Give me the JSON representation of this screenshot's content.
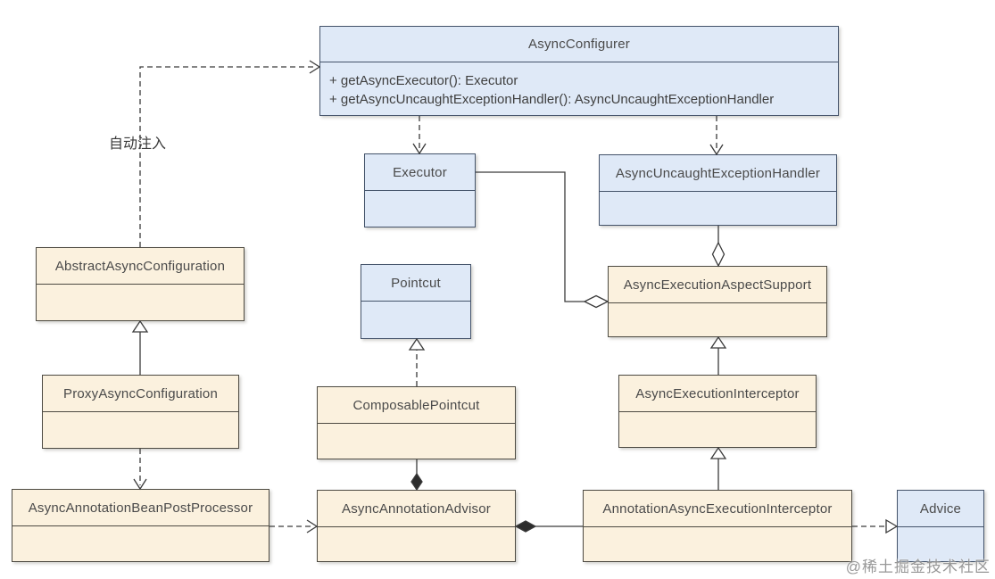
{
  "diagram": {
    "labels": {
      "auto_inject": "自动注入"
    },
    "watermark": "@稀土掘金技术社区",
    "colors": {
      "interface_fill": "#dfe9f7",
      "interface_border": "#44536a",
      "class_fill": "#fbf1de",
      "class_border": "#4d4a42",
      "line": "#3a3a3a",
      "text": "#4a4a4a",
      "background": "#ffffff"
    },
    "classes": {
      "asyncConfigurer": {
        "name": "AsyncConfigurer",
        "methods": [
          "+ getAsyncExecutor(): Executor",
          "+ getAsyncUncaughtExceptionHandler(): AsyncUncaughtExceptionHandler"
        ]
      },
      "executor": {
        "name": "Executor"
      },
      "asyncUncaughtExceptionHandler": {
        "name": "AsyncUncaughtExceptionHandler"
      },
      "abstractAsyncConfiguration": {
        "name": "AbstractAsyncConfiguration"
      },
      "proxyAsyncConfiguration": {
        "name": "ProxyAsyncConfiguration"
      },
      "asyncAnnotationBeanPostProcessor": {
        "name": "AsyncAnnotationBeanPostProcessor"
      },
      "pointcut": {
        "name": "Pointcut"
      },
      "composablePointcut": {
        "name": "ComposablePointcut"
      },
      "asyncAnnotationAdvisor": {
        "name": "AsyncAnnotationAdvisor"
      },
      "asyncExecutionAspectSupport": {
        "name": "AsyncExecutionAspectSupport"
      },
      "asyncExecutionInterceptor": {
        "name": "AsyncExecutionInterceptor"
      },
      "annotationAsyncExecutionInterceptor": {
        "name": "AnnotationAsyncExecutionInterceptor"
      },
      "advice": {
        "name": "Advice"
      }
    },
    "relationships": [
      {
        "from": "AsyncConfigurer",
        "to": "Executor",
        "type": "dependency"
      },
      {
        "from": "AsyncConfigurer",
        "to": "AsyncUncaughtExceptionHandler",
        "type": "dependency"
      },
      {
        "from": "AbstractAsyncConfiguration",
        "to": "AsyncConfigurer",
        "type": "dependency",
        "label": "自动注入"
      },
      {
        "from": "ProxyAsyncConfiguration",
        "to": "AbstractAsyncConfiguration",
        "type": "inheritance"
      },
      {
        "from": "ProxyAsyncConfiguration",
        "to": "AsyncAnnotationBeanPostProcessor",
        "type": "dependency"
      },
      {
        "from": "AsyncAnnotationBeanPostProcessor",
        "to": "AsyncAnnotationAdvisor",
        "type": "dependency"
      },
      {
        "from": "ComposablePointcut",
        "to": "Pointcut",
        "type": "realization"
      },
      {
        "from": "AsyncAnnotationAdvisor",
        "to": "ComposablePointcut",
        "type": "composition"
      },
      {
        "from": "AsyncAnnotationAdvisor",
        "to": "AnnotationAsyncExecutionInterceptor",
        "type": "composition"
      },
      {
        "from": "AsyncExecutionAspectSupport",
        "to": "Executor",
        "type": "aggregation"
      },
      {
        "from": "AsyncExecutionAspectSupport",
        "to": "AsyncUncaughtExceptionHandler",
        "type": "aggregation"
      },
      {
        "from": "AsyncExecutionInterceptor",
        "to": "AsyncExecutionAspectSupport",
        "type": "inheritance"
      },
      {
        "from": "AnnotationAsyncExecutionInterceptor",
        "to": "AsyncExecutionInterceptor",
        "type": "inheritance"
      },
      {
        "from": "AnnotationAsyncExecutionInterceptor",
        "to": "Advice",
        "type": "realization"
      }
    ]
  }
}
